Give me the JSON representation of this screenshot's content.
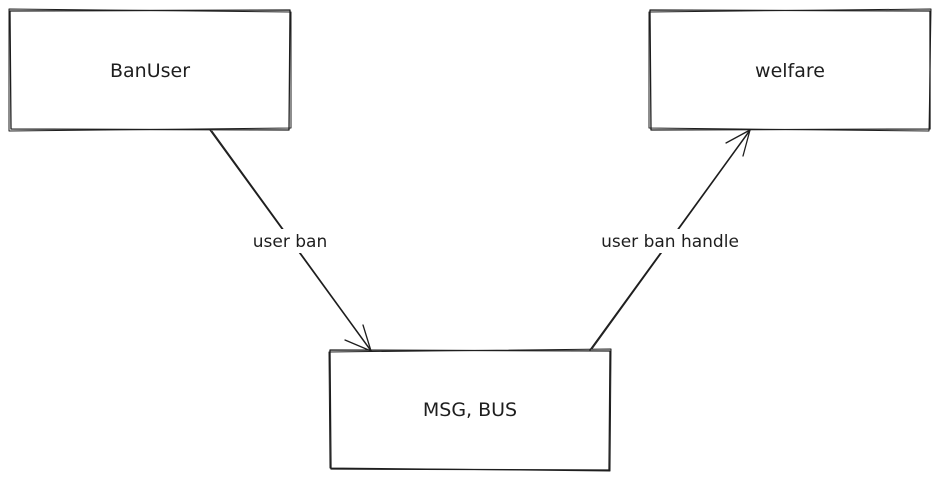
{
  "nodes": {
    "banuser": {
      "label": "BanUser"
    },
    "welfare": {
      "label": "welfare"
    },
    "msg_bus": {
      "label": "MSG, BUS"
    }
  },
  "edges": {
    "user_ban": {
      "label": "user ban",
      "from": "BanUser",
      "to": "MSG, BUS"
    },
    "user_ban_handle": {
      "label": "user ban handle",
      "from": "MSG, BUS",
      "to": "welfare"
    }
  },
  "colors": {
    "stroke": "#1e1e1e",
    "background": "#ffffff"
  }
}
